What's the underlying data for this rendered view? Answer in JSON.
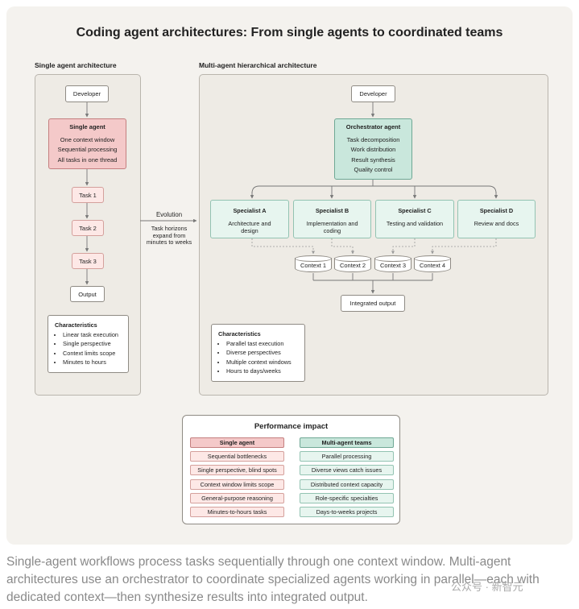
{
  "title": "Coding agent architectures: From single agents to coordinated teams",
  "single": {
    "section_title": "Single agent architecture",
    "developer": "Developer",
    "agent_title": "Single agent",
    "agent_lines": [
      "One context window",
      "Sequential processing",
      "All tasks in one thread"
    ],
    "tasks": [
      "Task 1",
      "Task 2",
      "Task 3"
    ],
    "output": "Output",
    "char_title": "Characteristics",
    "char_items": [
      "Linear task execution",
      "Single perspective",
      "Context limits scope",
      "Minutes to hours"
    ]
  },
  "evolution": {
    "label": "Evolution",
    "lines": [
      "Task horizons",
      "expand from",
      "minutes to weeks"
    ]
  },
  "multi": {
    "section_title": "Multi-agent hierarchical architecture",
    "developer": "Developer",
    "orch_title": "Orchestrator agent",
    "orch_lines": [
      "Task decomposition",
      "Work distribution",
      "Result synthesis",
      "Quality control"
    ],
    "specialists": [
      {
        "title": "Specialist A",
        "lines": [
          "Architecture and",
          "design"
        ]
      },
      {
        "title": "Specialist B",
        "lines": [
          "Implementation and",
          "coding"
        ]
      },
      {
        "title": "Specialist C",
        "lines": [
          "Testing and validation"
        ]
      },
      {
        "title": "Specialist D",
        "lines": [
          "Review and docs"
        ]
      }
    ],
    "contexts": [
      "Context 1",
      "Context 2",
      "Context 3",
      "Context 4"
    ],
    "integrated": "Integrated output",
    "char_title": "Characteristics",
    "char_items": [
      "Parallel tast execution",
      "Diverse perspectives",
      "Multiple context windows",
      "Hours to days/weeks"
    ]
  },
  "performance": {
    "title": "Performance impact",
    "left_header": "Single agent",
    "right_header": "Multi-agent teams",
    "rows": [
      {
        "left": "Sequential bottlenecks",
        "right": "Parallel processing"
      },
      {
        "left": "Single perspective, blind spots",
        "right": "Diverse views catch issues"
      },
      {
        "left": "Context window limits scope",
        "right": "Distributed context capacity"
      },
      {
        "left": "General-purpose reasoning",
        "right": "Role-specific specialties"
      },
      {
        "left": "Minutes-to-hours tasks",
        "right": "Days-to-weeks projects"
      }
    ]
  },
  "caption": "Single-agent workflows process tasks sequentially through one context window. Multi-agent architectures use an orchestrator to coordinate specialized agents working in parallel—each with dedicated context—then synthesize results into integrated output.",
  "watermark": "公众号 · 新智元",
  "colors": {
    "single_agent": "#f4c9c9",
    "orchestrator": "#c9e7dc",
    "specialist": "#e7f5ef",
    "background": "#f4f2ee"
  }
}
